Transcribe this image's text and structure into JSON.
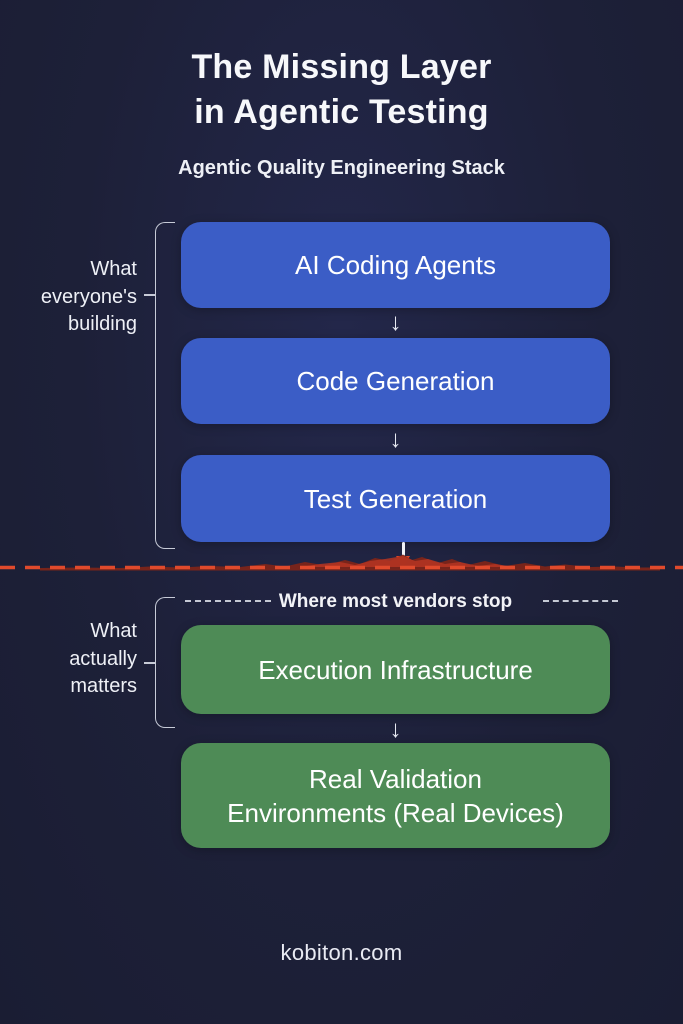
{
  "page": {
    "title_line1": "The Missing Layer",
    "title_line2": "in Agentic Testing",
    "subtitle": "Agentic Quality Engineering Stack",
    "footer": "kobiton.com"
  },
  "left_labels": {
    "top": {
      "line1": "What",
      "line2": "everyone's",
      "line3": "building"
    },
    "bottom": {
      "line1": "What",
      "line2": "actually",
      "line3": "matters"
    }
  },
  "stack_top": [
    {
      "label": "AI Coding Agents"
    },
    {
      "label": "Code Generation"
    },
    {
      "label": "Test Generation"
    }
  ],
  "stack_bottom": [
    {
      "line1": "Execution Infrastructure"
    },
    {
      "line1": "Real Validation",
      "line2": "Environments (Real Devices)"
    }
  ],
  "divider": {
    "label": "Where most vendors stop"
  },
  "icons": {
    "down_arrow": "↓"
  },
  "colors": {
    "background": "#1d2038",
    "box_blue": "#3b5dc6",
    "box_green": "#4e8b56",
    "divider_red_bright": "#e04a2c",
    "divider_red_dark": "#802518",
    "bracket_gray": "#c7cbd7",
    "text_white": "#f4f5f9"
  }
}
